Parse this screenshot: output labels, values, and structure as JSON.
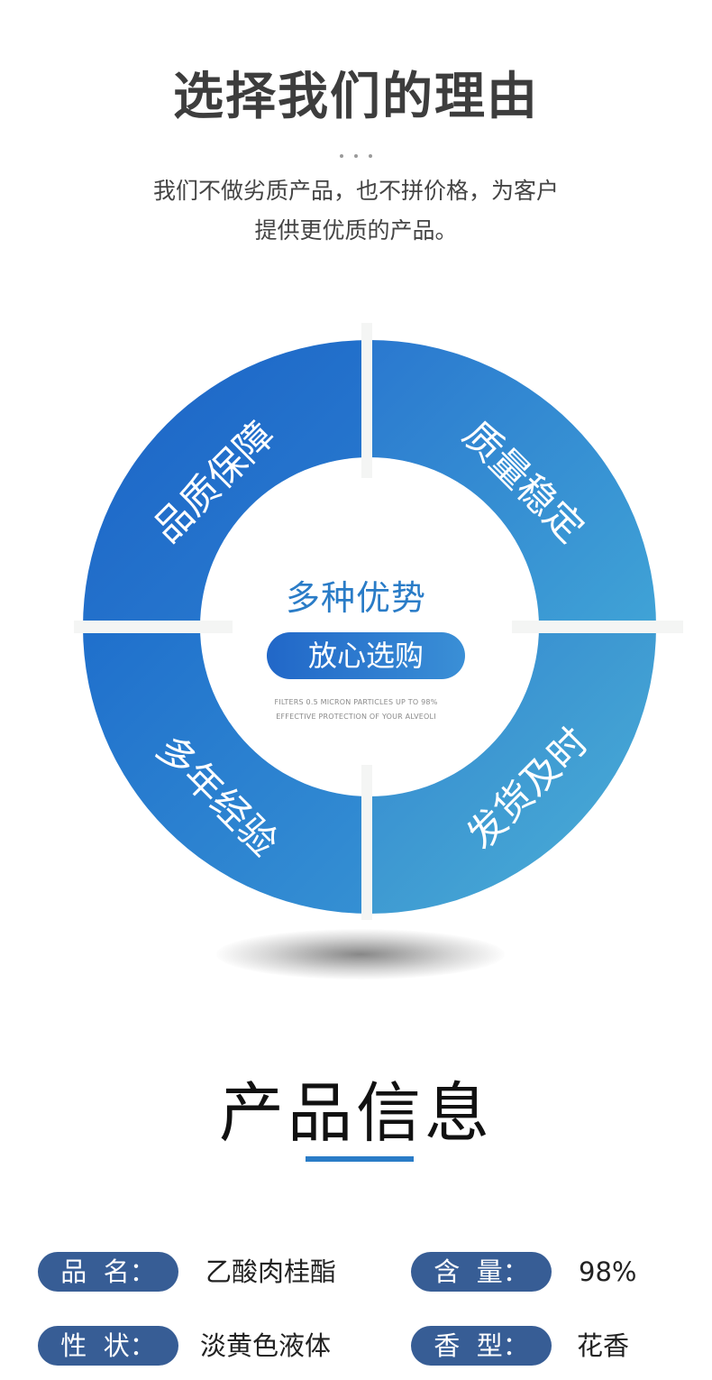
{
  "reasons": {
    "title": "选择我们的理由",
    "subtitle_lines": [
      "我们不做劣质产品，也不拼价格，为客户",
      "提供更优质的产品。"
    ]
  },
  "wheel": {
    "quadrants": [
      {
        "label": "品质保障",
        "color_start": "#1b63c6",
        "color_end": "#2a7dd0"
      },
      {
        "label": "质量稳定",
        "color_start": "#2a78cf",
        "color_end": "#40a3d6"
      },
      {
        "label": "多年经验",
        "color_start": "#1f6fcc",
        "color_end": "#3590d3"
      },
      {
        "label": "发货及时",
        "color_start": "#3386cf",
        "color_end": "#4bb0d6"
      }
    ],
    "center_title": "多种优势",
    "center_button": "放心选购",
    "center_note_lines": [
      "FILTERS 0.5 MICRON PARTICLES UP TO 98%",
      "EFFECTIVE PROTECTION OF YOUR ALVEOLI"
    ]
  },
  "product_info": {
    "title": "产品信息",
    "accent_color": "#2a7cc7",
    "pill_color": "#375d95",
    "rows": [
      [
        {
          "label": "品  名：",
          "value": "乙酸肉桂酯"
        },
        {
          "label": "含  量：",
          "value": "98%"
        }
      ],
      [
        {
          "label": "性  状：",
          "value": "淡黄色液体"
        },
        {
          "label": "香  型：",
          "value": "花香"
        }
      ]
    ]
  }
}
